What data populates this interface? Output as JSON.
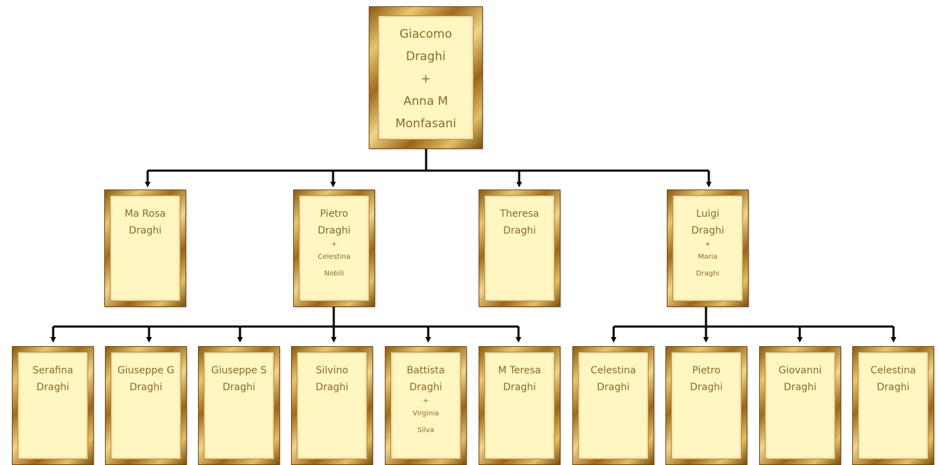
{
  "root": {
    "line1": "Giacomo",
    "line2": "Draghi",
    "plus": "+",
    "line3": "Anna M",
    "line4": "Monfasani"
  },
  "children": [
    {
      "name1": "Ma Rosa",
      "name2": "Draghi"
    },
    {
      "name1": "Pietro",
      "name2": "Draghi",
      "plus": "+",
      "spouse1": "Celestina",
      "spouse2": "Nobili"
    },
    {
      "name1": "Theresa",
      "name2": "Draghi"
    },
    {
      "name1": "Luigi",
      "name2": "Draghi",
      "plus": "+",
      "spouse1": "Maria",
      "spouse2": "Draghi"
    }
  ],
  "grandchildren_pietro": [
    {
      "name1": "Serafina",
      "name2": "Draghi"
    },
    {
      "name1": "Giuseppe G",
      "name2": "Draghi"
    },
    {
      "name1": "Giuseppe S",
      "name2": "Draghi"
    },
    {
      "name1": "Silvino",
      "name2": "Draghi"
    },
    {
      "name1": "Battista",
      "name2": "Draghi",
      "plus": "+",
      "spouse1": "Virginia",
      "spouse2": "Silva"
    },
    {
      "name1": "M Teresa",
      "name2": "Draghi"
    }
  ],
  "grandchildren_luigi": [
    {
      "name1": "Celestina",
      "name2": "Draghi"
    },
    {
      "name1": "Pietro",
      "name2": "Draghi"
    },
    {
      "name1": "Giovanni",
      "name2": "Draghi"
    },
    {
      "name1": "Celestina",
      "name2": "Draghi"
    }
  ]
}
